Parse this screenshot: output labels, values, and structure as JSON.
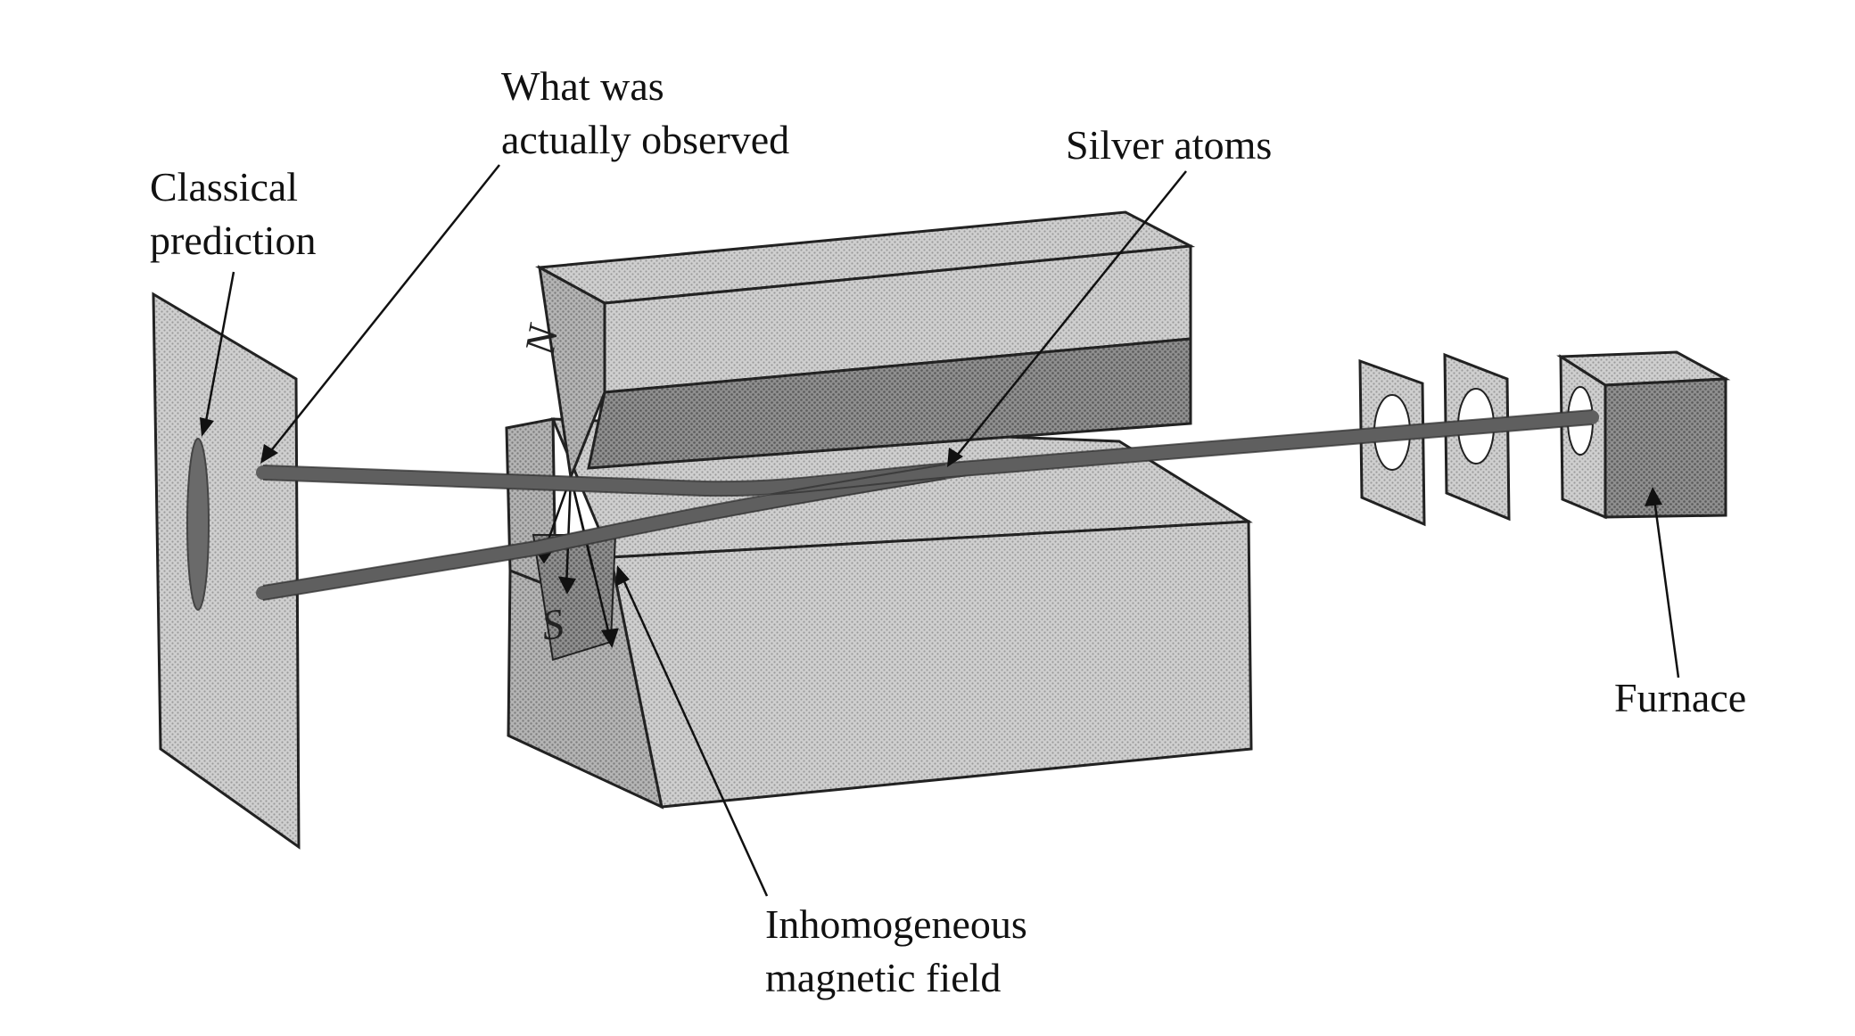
{
  "labels": {
    "observed_line1": "What was",
    "observed_line2": "actually observed",
    "classical_line1": "Classical",
    "classical_line2": "prediction",
    "silver_atoms": "Silver atoms",
    "field_line1": "Inhomogeneous",
    "field_line2": "magnetic field",
    "furnace": "Furnace"
  },
  "poles": {
    "north": "N",
    "south": "S"
  },
  "colors": {
    "background": "#ffffff",
    "panel_light": "#c9c9c9",
    "panel_mid": "#a9a9a9",
    "panel_dark": "#8a8a8a",
    "panel_darker": "#6e6e6e",
    "beam": "#5f5f5f",
    "outline": "#222222"
  }
}
